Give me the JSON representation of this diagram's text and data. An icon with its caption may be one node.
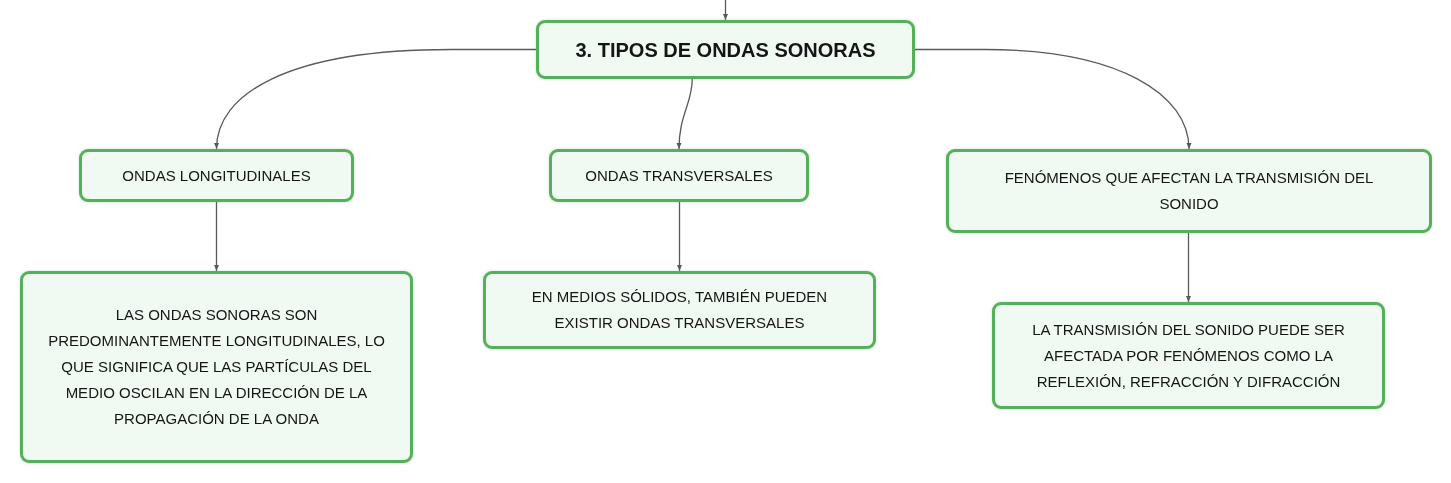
{
  "diagram": {
    "nodes": [
      {
        "text": [
          "3. TIPOS DE ONDAS SONORAS"
        ]
      },
      {
        "text": [
          "ONDAS LONGITUDINALES"
        ]
      },
      {
        "text": [
          "ONDAS TRANSVERSALES"
        ]
      },
      {
        "text": [
          "FENÓMENOS QUE AFECTAN LA TRANSMISIÓN DEL SONIDO"
        ]
      },
      {
        "text": [
          "LAS ONDAS SONORAS SON PREDOMINANTEMENTE LONGITUDINALES, LO QUE SIGNIFICA QUE LAS PARTÍCULAS DEL MEDIO OSCILAN EN LA DIRECCIÓN DE LA PROPAGACIÓN DE LA ONDA"
        ]
      },
      {
        "text": [
          "EN MEDIOS SÓLIDOS, TAMBIÉN PUEDEN EXISTIR ONDAS TRANSVERSALES"
        ]
      },
      {
        "text": [
          "LA TRANSMISIÓN DEL SONIDO PUEDE SER AFECTADA POR FENÓMENOS COMO LA REFLEXIÓN, REFRACCIÓN Y DIFRACCIÓN"
        ]
      }
    ],
    "edges": [
      {
        "from": null,
        "to": 0,
        "arrow": "to"
      },
      {
        "from": 0,
        "to": 1,
        "arrow": "to"
      },
      {
        "from": 0,
        "to": 2,
        "arrow": "to"
      },
      {
        "from": 0,
        "to": 3,
        "arrow": "to"
      },
      {
        "from": 1,
        "to": 4,
        "arrow": "to"
      },
      {
        "from": 2,
        "to": 5,
        "arrow": "to"
      },
      {
        "from": 3,
        "to": 6,
        "arrow": "to"
      }
    ]
  }
}
